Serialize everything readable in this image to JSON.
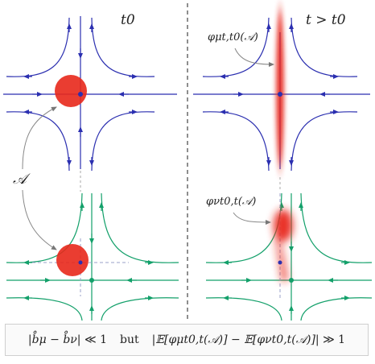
{
  "panels": {
    "left_time": "t0",
    "right_time": "t > t0"
  },
  "labels": {
    "set_A": "𝒜",
    "phi_mu": "φμt,t0(𝒜)",
    "phi_nu": "φνt0,t(𝒜)"
  },
  "caption": {
    "lhs": "|b̊μ − b̊ν|",
    "lhs_rel": "≪ 1",
    "connector": "but",
    "rhs": "|𝔼[φμt0,t(𝒜)] − 𝔼[φνt0,t(𝒜)]|",
    "rhs_rel": "≫ 1"
  },
  "colors": {
    "blue_flow": "#2b2fb0",
    "green_flow": "#13a06a",
    "red_set": "#e8281b",
    "divider": "#444444",
    "guide": "#9aa0c8"
  }
}
